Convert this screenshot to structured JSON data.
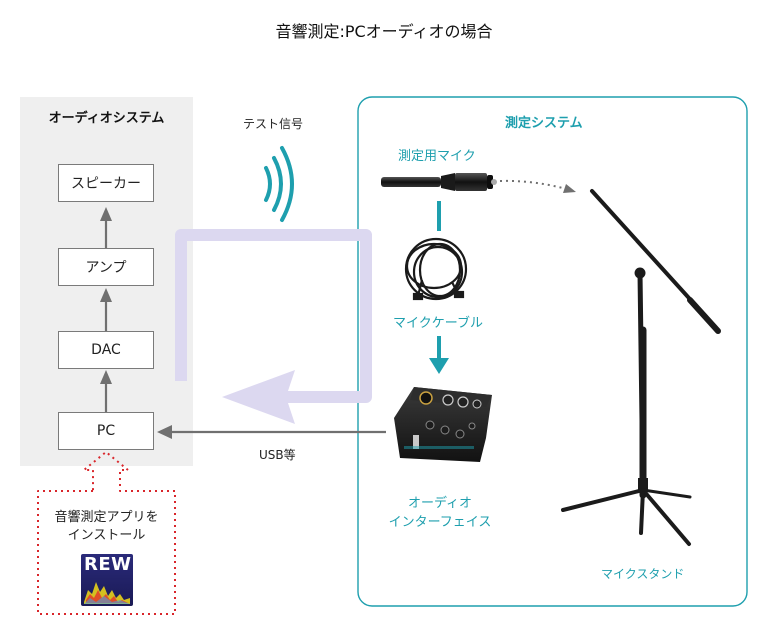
{
  "title": "音響測定:PCオーディオの場合",
  "audio_system": {
    "label": "オーディオシステム",
    "speaker": "スピーカー",
    "amp": "アンプ",
    "dac": "DAC",
    "pc": "PC"
  },
  "measurement_system": {
    "label": "測定システム",
    "microphone": "測定用マイク",
    "mic_cable": "マイクケーブル",
    "interface_line1": "オーディオ",
    "interface_line2": "インターフェイス",
    "mic_stand": "マイクスタンド"
  },
  "connections": {
    "test_signal": "テスト信号",
    "usb": "USB等"
  },
  "app_install": {
    "line1": "音響測定アプリを",
    "line2": "インストール",
    "logo_text": "REW"
  },
  "colors": {
    "teal": "#1e9fae",
    "loop_lavender": "#dcd8f0",
    "panel_gray": "#efefef",
    "dotted_red": "#d9262b",
    "arrow_gray": "#707070"
  }
}
